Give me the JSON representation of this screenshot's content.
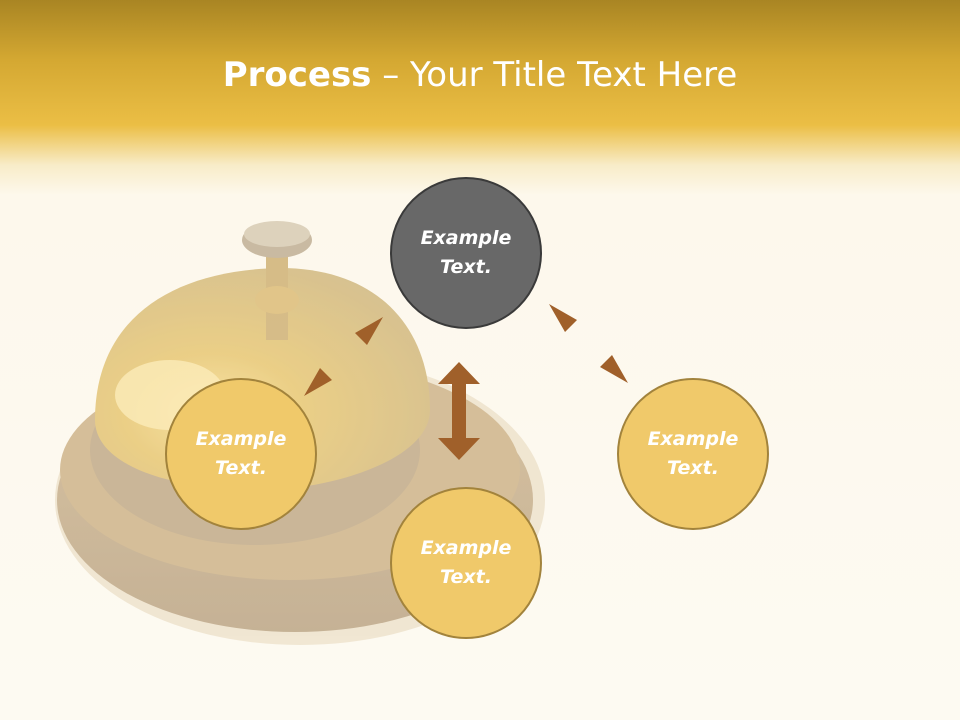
{
  "slide": {
    "title_bold": "Process",
    "title_rest": " – Your Title Text Here"
  },
  "nodes": [
    {
      "id": "top",
      "line1": "Example",
      "line2": "Text.",
      "style": "dark"
    },
    {
      "id": "left",
      "line1": "Example",
      "line2": "Text.",
      "style": "gold"
    },
    {
      "id": "bottom",
      "line1": "Example",
      "line2": "Text.",
      "style": "gold"
    },
    {
      "id": "right",
      "line1": "Example",
      "line2": "Text.",
      "style": "gold"
    }
  ],
  "colors": {
    "header": "#e8b93f",
    "background": "#fdfaf2",
    "node_fill": "#f0c96a",
    "node_border": "#a2833c",
    "center_fill": "#686868",
    "arrow": "#a0602a"
  },
  "background_image": "service-bell-icon"
}
